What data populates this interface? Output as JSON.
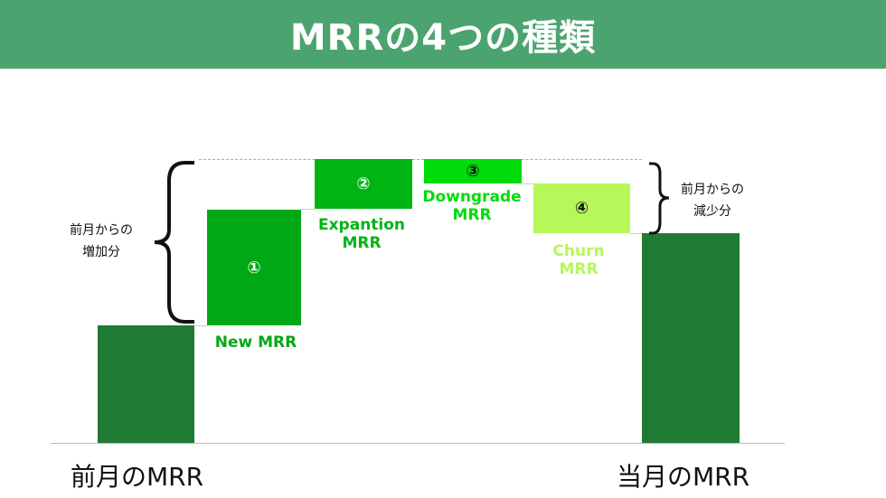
{
  "title": "MRRの4つの種類",
  "colors": {
    "header": "#4ba46f",
    "previous": "#1f7a33",
    "new": "#00a815",
    "expansion": "#00b414",
    "downgrade": "#00dc0a",
    "churn": "#b6f75a"
  },
  "bars": {
    "new": {
      "marker": "①",
      "label_line1": "New MRR"
    },
    "expansion": {
      "marker": "②",
      "label_line1": "Expantion",
      "label_line2": "MRR"
    },
    "downgrade": {
      "marker": "③",
      "label_line1": "Downgrade",
      "label_line2": "MRR"
    },
    "churn": {
      "marker": "④",
      "label_line1": "Churn",
      "label_line2": "MRR"
    }
  },
  "increase_label": {
    "line1": "前月からの",
    "line2": "増加分"
  },
  "decrease_label": {
    "line1": "前月からの",
    "line2": "減少分"
  },
  "previous_label": "前月のMRR",
  "current_label": "当月のMRR"
}
